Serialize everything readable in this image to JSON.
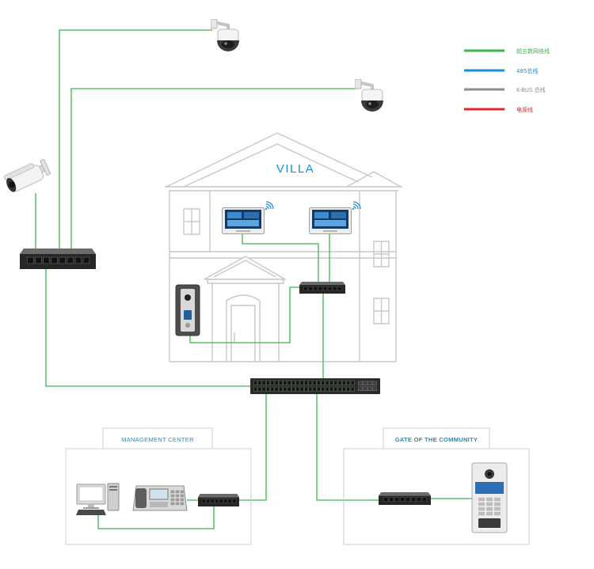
{
  "legend": [
    {
      "label": "超五数网络线",
      "color": "#3cb54a"
    },
    {
      "label": "485总线",
      "color": "#1a8fd6"
    },
    {
      "label": "K-BUS 总线",
      "color": "#8c8c8c"
    },
    {
      "label": "电源线",
      "color": "#e3262b"
    }
  ],
  "villa": {
    "title": "VILLA"
  },
  "management_center": {
    "title": "MANAGEMENT CENTER"
  },
  "gate": {
    "title": "GATE OF THE COMMUNITY"
  },
  "colors": {
    "network_cable": "#3cb54a",
    "title_blue": "#1b8fd3",
    "outline": "#c8c8c8"
  },
  "icons": {
    "cameras": [
      "dome-camera-icon",
      "dome-camera-icon",
      "bullet-camera-icon"
    ],
    "villa": [
      "indoor-monitor-icon",
      "indoor-monitor-icon",
      "wifi-icon",
      "wifi-icon",
      "villa-door-station-icon",
      "network-switch-icon"
    ],
    "core": [
      "core-switch-icon",
      "network-switch-icon"
    ],
    "management_center": [
      "computer-icon",
      "management-console-icon",
      "network-switch-icon"
    ],
    "gate": [
      "network-switch-icon",
      "gate-station-icon"
    ]
  }
}
